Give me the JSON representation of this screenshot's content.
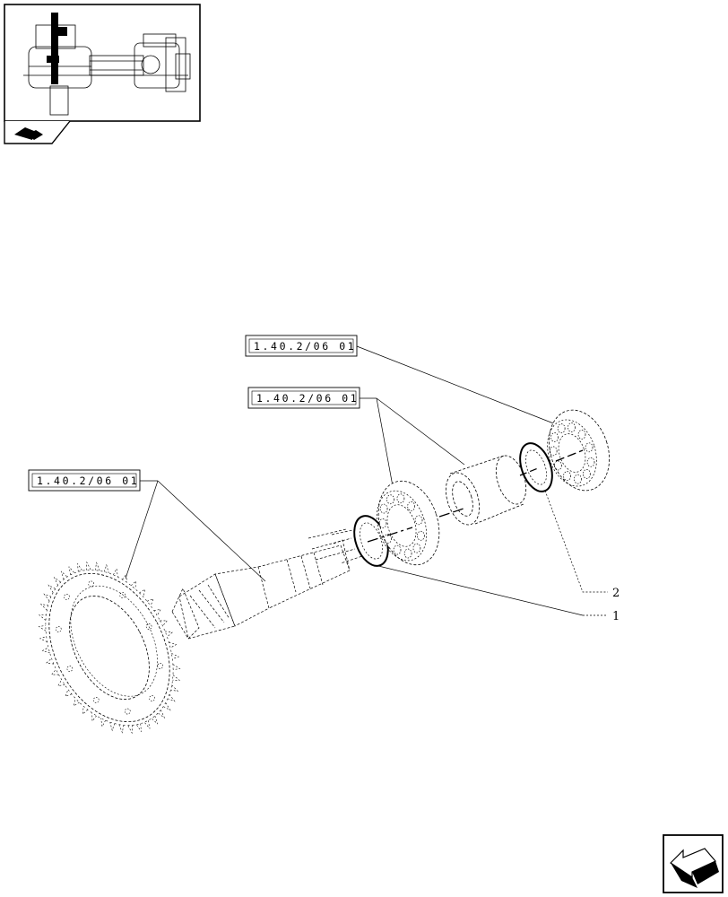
{
  "diagram": {
    "references": [
      {
        "id": "ref-top",
        "label": "1.40.2/06 01"
      },
      {
        "id": "ref-middle",
        "label": "1.40.2/06 01"
      },
      {
        "id": "ref-left",
        "label": "1.40.2/06 01"
      }
    ],
    "callouts": [
      {
        "id": "callout-1",
        "label": "1"
      },
      {
        "id": "callout-2",
        "label": "2"
      }
    ]
  },
  "icons": {
    "thumbnail": "axle-assembly-thumbnail",
    "book": "book-icon",
    "next": "next-page-arrow-icon"
  }
}
